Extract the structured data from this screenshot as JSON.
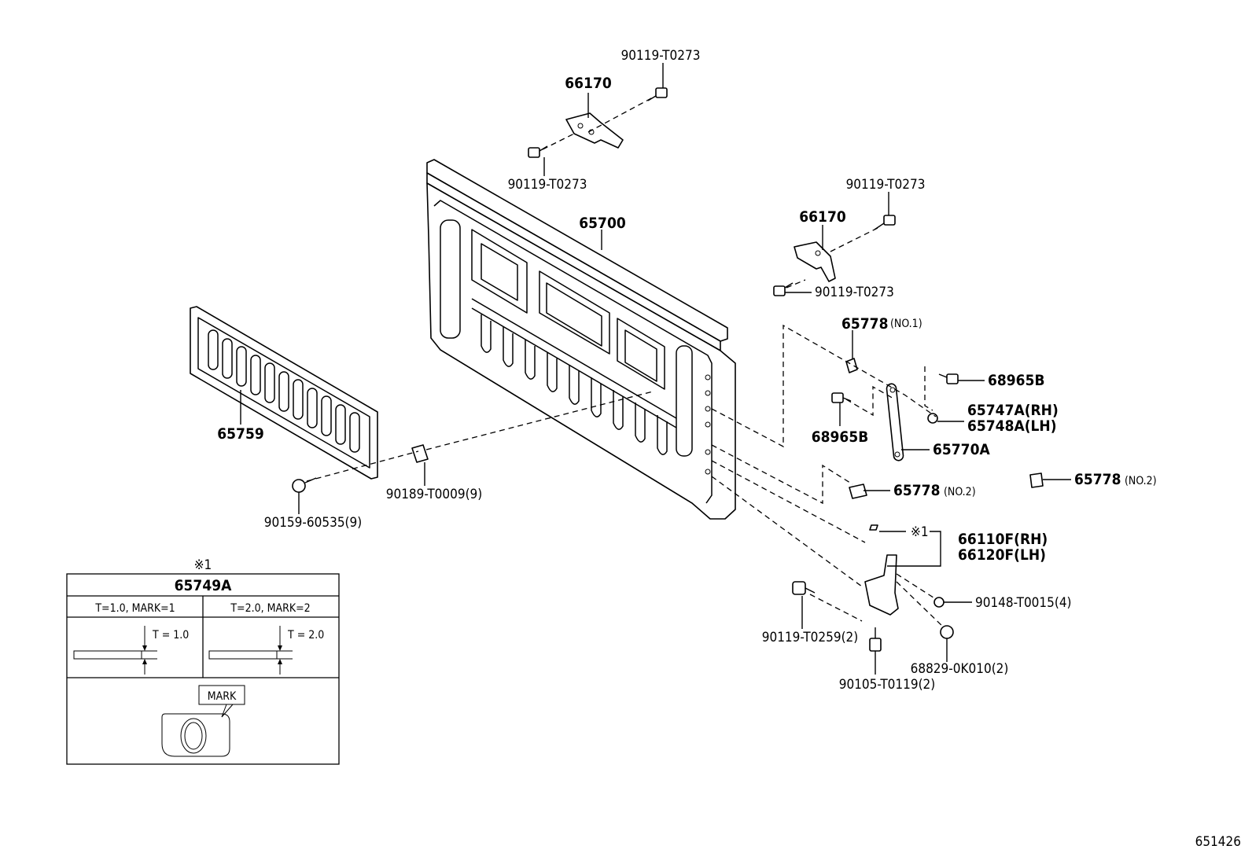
{
  "diagram_id": "651426",
  "callouts": {
    "p66170_top": "66170",
    "p66170_right": "66170",
    "p65700": "65700",
    "p65759": "65759",
    "p90119_t0273_a": "90119-T0273",
    "p90119_t0273_b": "90119-T0273",
    "p90119_t0273_c": "90119-T0273",
    "p90119_t0273_d": "90119-T0273",
    "p65778_no1": "65778",
    "p65778_no1_sub": "(NO.1)",
    "p68965b_a": "68965B",
    "p68965b_b": "68965B",
    "p65747a": "65747A(RH)",
    "p65748a": "65748A(LH)",
    "p65770a": "65770A",
    "p65778_no2_a": "65778",
    "p65778_no2_a_sub": "(NO.2)",
    "p65778_no2_b": "65778",
    "p65778_no2_b_sub": "(NO.2)",
    "p90189": "90189-T0009(9)",
    "p90159": "90159-60535(9)",
    "note_mark": "※1",
    "p66110f": "66110F(RH)",
    "p66120f": "66120F(LH)",
    "p90148": "90148-T0015(4)",
    "p90119_t0259": "90119-T0259(2)",
    "p68829": "68829-0K010(2)",
    "p90105": "90105-T0119(2)"
  },
  "shim_table": {
    "note": "※1",
    "part_no": "65749A",
    "col1_header": "T=1.0, MARK=1",
    "col2_header": "T=2.0, MARK=2",
    "col1_dim": "T = 1.0",
    "col2_dim": "T = 2.0",
    "mark_label": "MARK"
  }
}
